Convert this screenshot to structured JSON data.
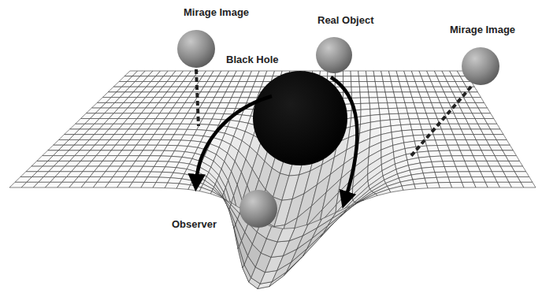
{
  "diagram": {
    "labels": [
      "Mirage Image",
      "Real Object",
      "Mirage Image",
      "Black Hole",
      "Observer"
    ]
  }
}
